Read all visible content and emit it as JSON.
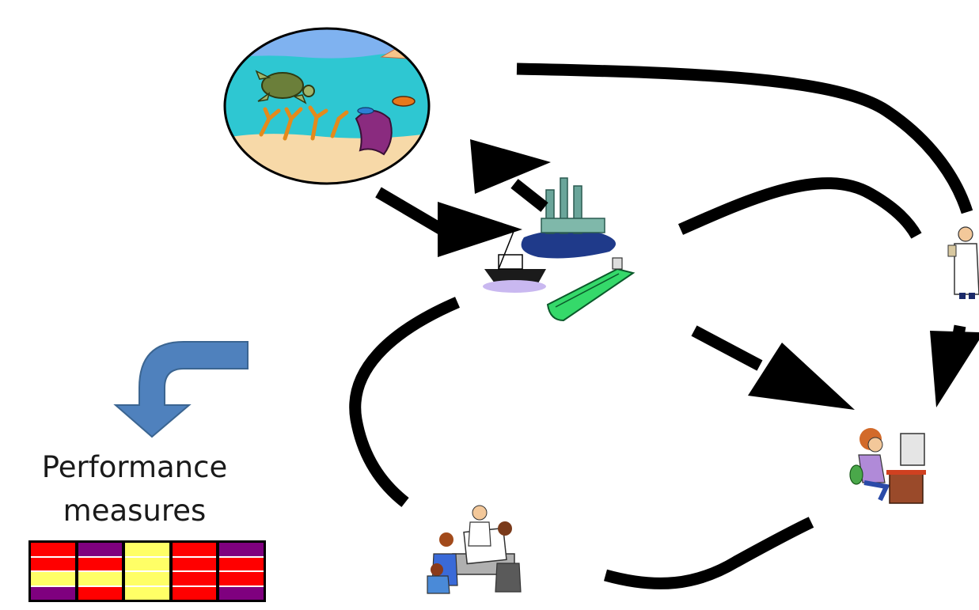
{
  "label": {
    "line1": "Performance",
    "line2": "measures"
  },
  "colors": {
    "arrow": "#000000",
    "bent_arrow_fill": "#4f81bd",
    "bent_arrow_stroke": "#3b6591",
    "red": "#ff0000",
    "purple": "#7f007f",
    "yellow": "#ffff66"
  },
  "performance_table": {
    "columns": [
      [
        "red",
        "red",
        "yellow",
        "purple"
      ],
      [
        "purple",
        "red",
        "yellow",
        "red"
      ],
      [
        "yellow",
        "yellow",
        "yellow",
        "yellow"
      ],
      [
        "red",
        "red",
        "red",
        "red"
      ],
      [
        "purple",
        "red",
        "red",
        "purple"
      ]
    ]
  },
  "icons": [
    "ocean-ecosystem-icon",
    "oil-rig-ship-icon",
    "scientist-icon",
    "computer-worker-icon",
    "meeting-group-icon",
    "bent-down-arrow-icon"
  ]
}
